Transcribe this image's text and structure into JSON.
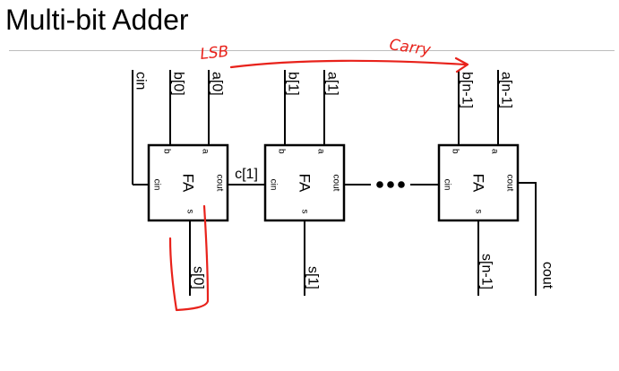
{
  "title": "Multi-bit Adder",
  "full_adder": {
    "label": "FA",
    "pin_a": "a",
    "pin_b": "b",
    "pin_cin": "cin",
    "pin_cout": "cout",
    "pin_s": "s"
  },
  "signals": {
    "cin": "cin",
    "b0": "b[0]",
    "a0": "a[0]",
    "b1": "b[1]",
    "a1": "a[1]",
    "bn1": "b[n-1]",
    "an1": "a[n-1]",
    "c1": "c[1]",
    "s0": "s[0]",
    "s1": "s[1]",
    "sn1": "s[n-1]",
    "cout": "cout"
  },
  "annotations": {
    "lsb": "LSB",
    "carry": "Carry"
  },
  "colors": {
    "annotation_ink": "#e8221b",
    "title_rule": "#bdbdbd"
  }
}
